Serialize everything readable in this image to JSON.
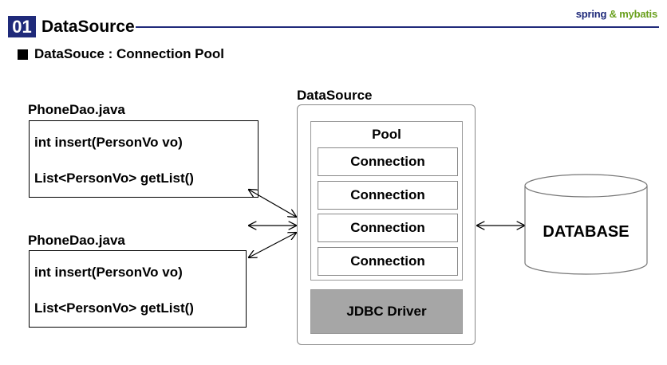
{
  "header": {
    "number": "01",
    "title": "DataSource",
    "brand_spring": "spring",
    "brand_amp": "&",
    "brand_mybatis": "mybatis"
  },
  "subtitle": "DataSouce : Connection Pool",
  "daos": [
    {
      "title": "PhoneDao.java",
      "methods": [
        "int insert(PersonVo vo)",
        "List<PersonVo> getList()"
      ]
    },
    {
      "title": "PhoneDao.java",
      "methods": [
        "int insert(PersonVo vo)",
        "List<PersonVo> getList()"
      ]
    }
  ],
  "datasource": {
    "title": "DataSource",
    "pool_label": "Pool",
    "connections": [
      "Connection",
      "Connection",
      "Connection",
      "Connection"
    ],
    "driver_label": "JDBC Driver"
  },
  "database": {
    "label": "DATABASE"
  },
  "colors": {
    "accent": "#1f2a7a",
    "brand_green": "#6aa01e",
    "driver_fill": "#a6a6a6"
  }
}
